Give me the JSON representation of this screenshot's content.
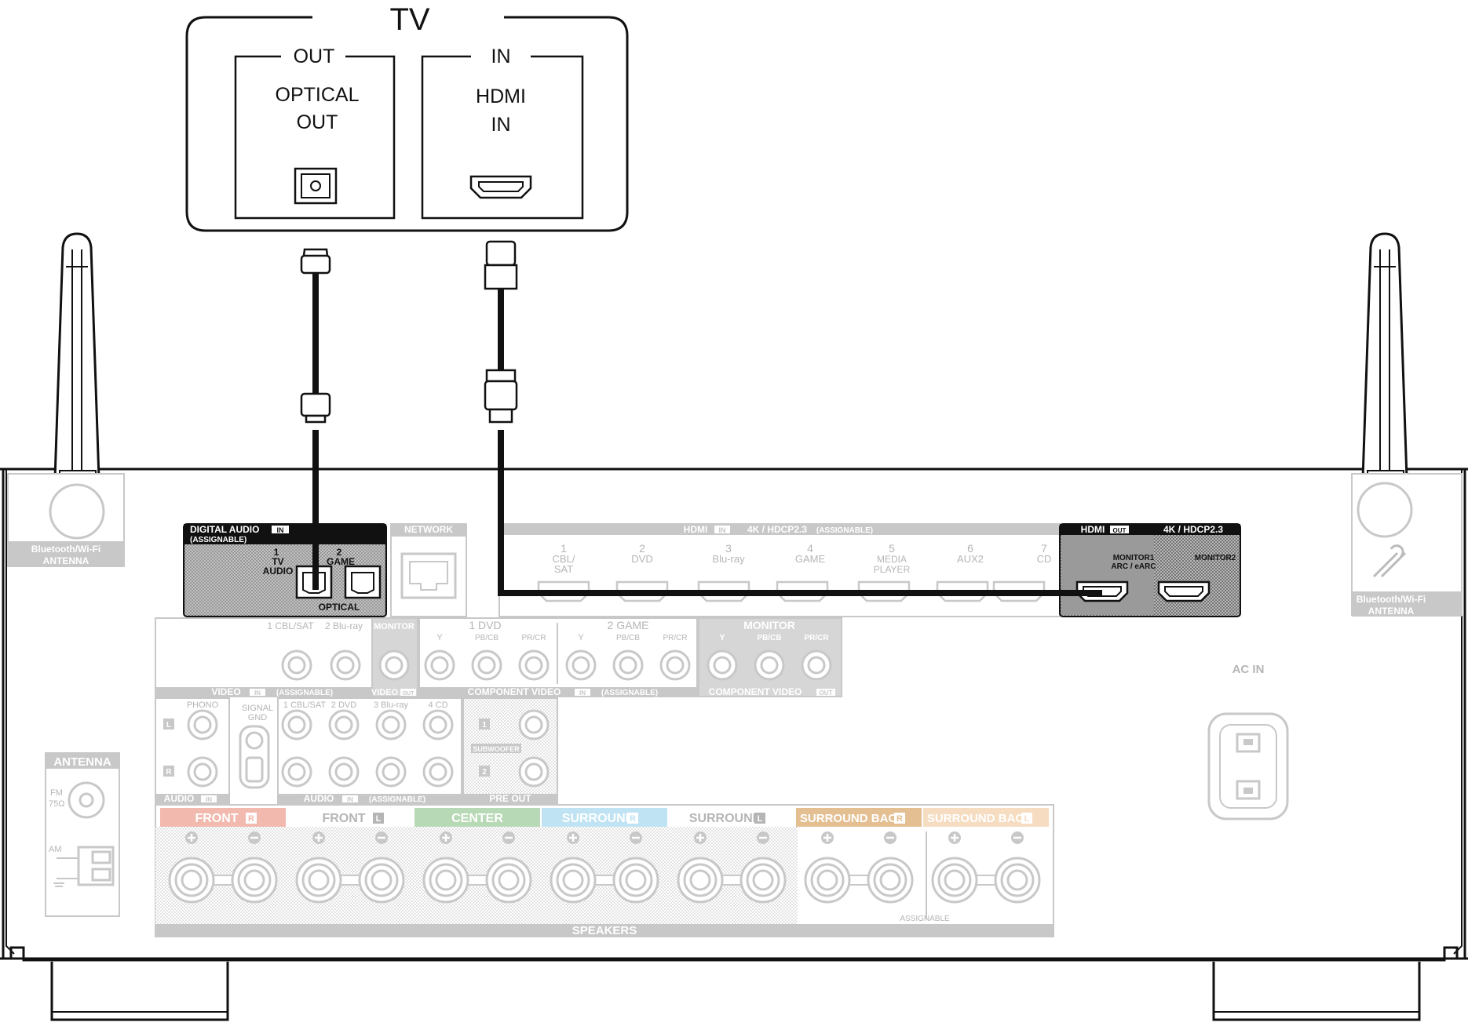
{
  "tv": {
    "title": "TV",
    "out": {
      "header": "OUT",
      "line1": "OPTICAL",
      "line2": "OUT"
    },
    "in": {
      "header": "IN",
      "line1": "HDMI",
      "line2": "IN"
    }
  },
  "receiver": {
    "bt_antenna_left": {
      "line1": "Bluetooth/Wi-Fi",
      "line2": "ANTENNA"
    },
    "bt_antenna_right": {
      "line1": "Bluetooth/Wi-Fi",
      "line2": "ANTENNA"
    },
    "digital_audio": {
      "title": "DIGITAL AUDIO",
      "badge": "IN",
      "sub": "(ASSIGNABLE)",
      "jack1": {
        "num": "1",
        "l1": "TV",
        "l2": "AUDIO"
      },
      "jack2": {
        "num": "2",
        "l1": "GAME"
      },
      "footer": "OPTICAL"
    },
    "network": "NETWORK",
    "hdmi_in": {
      "title": "HDMI",
      "badge": "IN",
      "spec": "4K / HDCP2.3",
      "assign": "(ASSIGNABLE)",
      "inputs": [
        {
          "num": "1",
          "l1": "CBL/",
          "l2": "SAT"
        },
        {
          "num": "2",
          "l1": "DVD",
          "l2": ""
        },
        {
          "num": "3",
          "l1": "Blu-ray",
          "l2": ""
        },
        {
          "num": "4",
          "l1": "GAME",
          "l2": ""
        },
        {
          "num": "5",
          "l1": "MEDIA",
          "l2": "PLAYER"
        },
        {
          "num": "6",
          "l1": "AUX2",
          "l2": ""
        },
        {
          "num": "7",
          "l1": "CD",
          "l2": ""
        }
      ]
    },
    "hdmi_out": {
      "title": "HDMI",
      "badge": "OUT",
      "spec": "4K / HDCP2.3",
      "monitor1_l1": "MONITOR1",
      "monitor1_l2": "ARC / eARC",
      "monitor2": "MONITOR2"
    },
    "video": {
      "in1": "1 CBL/SAT",
      "in2": "2 Blu-ray",
      "monitor": "MONITOR",
      "footer": "VIDEO",
      "footer_badge": "IN",
      "footer_assign": "(ASSIGNABLE)",
      "out_footer": "VIDEO",
      "out_badge": "OUT"
    },
    "component_in": {
      "g1": "1 DVD",
      "g2": "2 GAME",
      "y": "Y",
      "pb": "PB/CB",
      "pr": "PR/CR",
      "footer": "COMPONENT VIDEO",
      "badge": "IN",
      "assign": "(ASSIGNABLE)"
    },
    "component_out": {
      "title": "MONITOR",
      "y": "Y",
      "pb": "PB/CB",
      "pr": "PR/CR",
      "footer": "COMPONENT VIDEO",
      "badge": "OUT"
    },
    "ac_in": "AC IN",
    "antenna": {
      "title": "ANTENNA",
      "fm": "FM",
      "fm_ohm": "75Ω",
      "am": "AM"
    },
    "audio_phono": {
      "label": "PHONO",
      "l": "L",
      "r": "R",
      "footer": "AUDIO",
      "badge": "IN"
    },
    "signal_gnd": {
      "l1": "SIGNAL",
      "l2": "GND"
    },
    "audio_in": {
      "inputs": [
        "1 CBL/SAT",
        "2 DVD",
        "3 Blu-ray",
        "4 CD"
      ],
      "footer": "AUDIO",
      "badge": "IN",
      "assign": "(ASSIGNABLE)"
    },
    "pre_out": {
      "sub": "SUBWOOFER",
      "n1": "1",
      "n2": "2",
      "footer": "PRE OUT"
    },
    "speakers": {
      "groups": [
        {
          "label": "FRONT",
          "side": "R",
          "color": "#f2b9ae"
        },
        {
          "label": "FRONT",
          "side": "L",
          "color": "#ffffff"
        },
        {
          "label": "CENTER",
          "side": "",
          "color": "#b8d9b5"
        },
        {
          "label": "SURROUND",
          "side": "R",
          "color": "#bfe3f3"
        },
        {
          "label": "SURROUND",
          "side": "L",
          "color": "#ffffff"
        },
        {
          "label": "SURROUND BACK",
          "side": "R",
          "color": "#e4bf92"
        },
        {
          "label": "SURROUND BACK",
          "side": "L",
          "color": "#f6dcc1"
        }
      ],
      "assignable": "ASSIGNABLE",
      "footer": "SPEAKERS"
    }
  }
}
